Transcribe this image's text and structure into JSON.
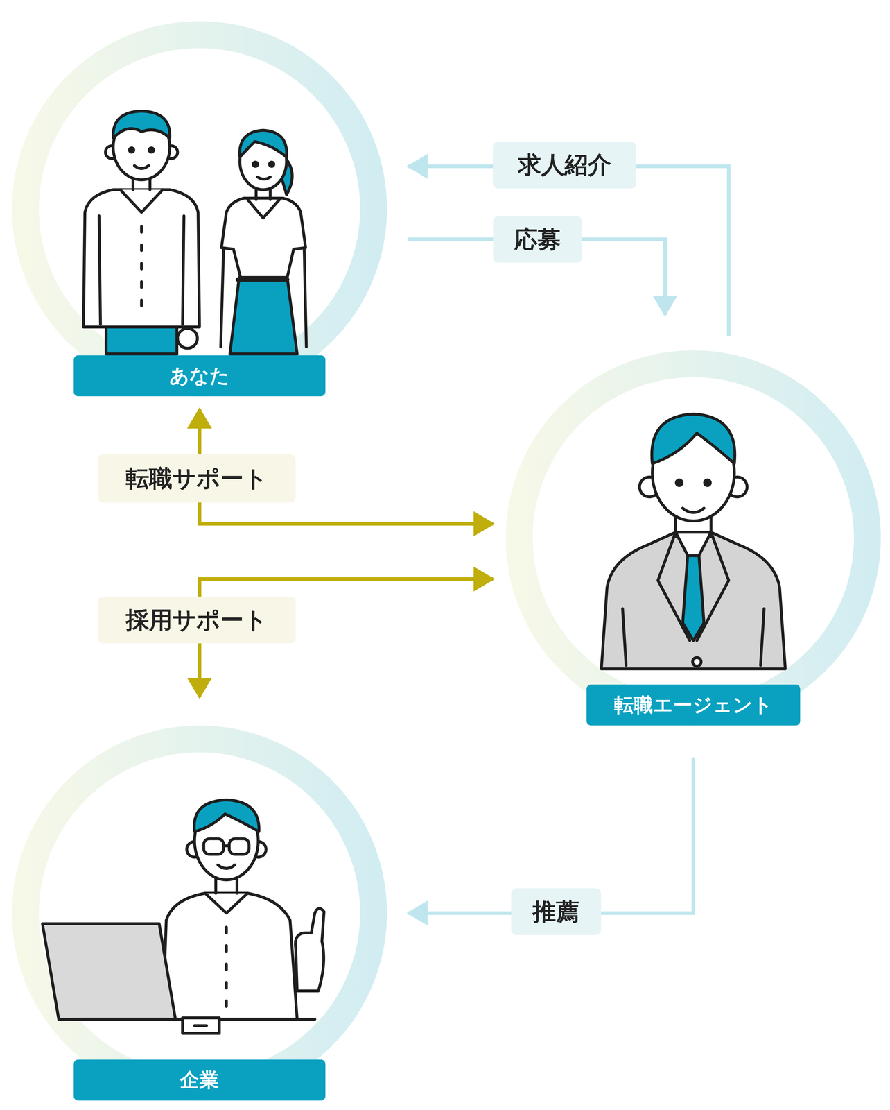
{
  "diagram": {
    "nodes": [
      {
        "text": [
          "あなた"
        ]
      },
      {
        "text": [
          "転職エージェント"
        ]
      },
      {
        "text": [
          "企業"
        ]
      }
    ],
    "edges": [
      {
        "from": 1,
        "to": 0,
        "label": "求人紹介",
        "arrow": "to"
      },
      {
        "from": 0,
        "to": 1,
        "label": "応募",
        "arrow": "to"
      },
      {
        "from": 0,
        "to": 1,
        "label": "転職サポート",
        "arrow": "both"
      },
      {
        "from": 1,
        "to": 2,
        "label": "採用サポート",
        "arrow": "both"
      },
      {
        "from": 1,
        "to": 2,
        "label": "推薦",
        "arrow": "to"
      }
    ]
  }
}
